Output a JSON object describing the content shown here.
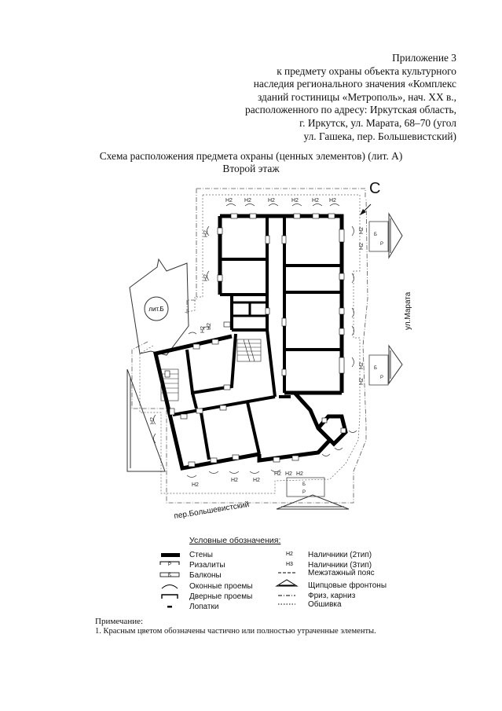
{
  "header": {
    "lines": [
      "Приложение 3",
      "к предмету охраны объекта культурного",
      "наследия регионального значения «Комплекс",
      "зданий гостиницы «Метрополь», нач. XX в.,",
      "расположенного по адресу: Иркутская область,",
      "г. Иркутск, ул. Марата, 68–70 (угол",
      "ул. Гашека, пер. Большевистский)"
    ]
  },
  "title": {
    "line1": "Схема расположения предмета охраны (ценных элементов) (лит. А)",
    "line2": "Второй этаж"
  },
  "plan": {
    "north": "С",
    "building_b": "лит.Б",
    "street_east": "ул.Марата",
    "street_south": "пер.Большевистский",
    "h2": "Н2",
    "balcony": "Б",
    "risalit": "Р"
  },
  "legend": {
    "title": "Условные обозначения:",
    "walls": "Стены",
    "risalits": "Ризалиты",
    "balconies": "Балконы",
    "windows": "Оконные проемы",
    "doors": "Дверные проемы",
    "pilasters": "Лопатки",
    "h2_code": "Н2",
    "h2_label": "Наличники (2тип)",
    "h3_code": "Н3",
    "h3_label": "Наличники (3тип)",
    "belt": "Межэтажный пояс",
    "pediments": "Щипцовые фронтоны",
    "frieze": "Фриз, карниз",
    "cladding": "Обшивка",
    "risalit_sym": "Р",
    "balcony_sym": "Б"
  },
  "note": {
    "heading": "Примечание:",
    "text": "1. Красным цветом обозначены частично или полностью утраченные элементы."
  },
  "colors": {
    "ink": "#111111",
    "line": "#444444"
  }
}
